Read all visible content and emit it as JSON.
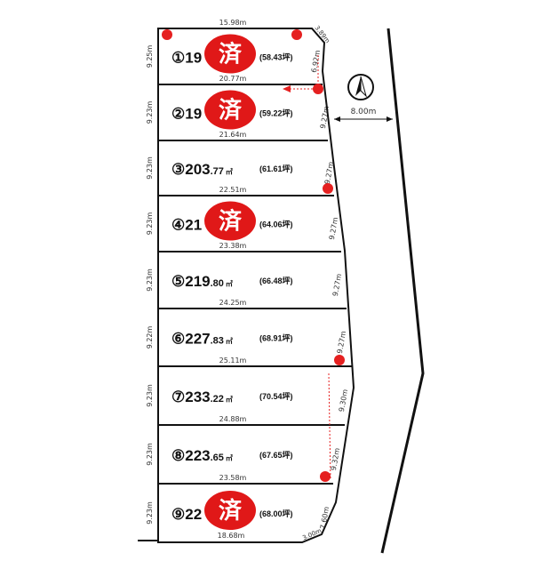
{
  "north_label": "N",
  "road_width": "8.00m",
  "frontages": {
    "top": "15.98m",
    "bottom": "18.68m",
    "corner_top": "3.89m",
    "corner_bottom": "3.00m"
  },
  "lots": [
    {
      "mark": "①",
      "area_int": "19",
      "area_dec": "",
      "unit": "",
      "tsubo": "(58.43坪)",
      "depth": "9.25m",
      "side": "6.92m",
      "base": "20.77m",
      "sold": true
    },
    {
      "mark": "②",
      "area_int": "19",
      "area_dec": "",
      "unit": "",
      "tsubo": "(59.22坪)",
      "depth": "9.23m",
      "side": "9.27m",
      "base": "21.64m",
      "sold": true
    },
    {
      "mark": "③",
      "area_int": "203",
      "area_dec": ".77",
      "unit": "㎡",
      "tsubo": "(61.61坪)",
      "depth": "9.23m",
      "side": "9.27m",
      "base": "22.51m",
      "sold": false
    },
    {
      "mark": "④",
      "area_int": "21",
      "area_dec": "",
      "unit": "",
      "tsubo": "(64.06坪)",
      "depth": "9.23m",
      "side": "9.27m",
      "base": "23.38m",
      "sold": true
    },
    {
      "mark": "⑤",
      "area_int": "219",
      "area_dec": ".80",
      "unit": "㎡",
      "tsubo": "(66.48坪)",
      "depth": "9.23m",
      "side": "9.27m",
      "base": "24.25m",
      "sold": false
    },
    {
      "mark": "⑥",
      "area_int": "227",
      "area_dec": ".83",
      "unit": "㎡",
      "tsubo": "(68.91坪)",
      "depth": "9.22m",
      "side": "9.27m",
      "base": "25.11m",
      "sold": false
    },
    {
      "mark": "⑦",
      "area_int": "233",
      "area_dec": ".22",
      "unit": "㎡",
      "tsubo": "(70.54坪)",
      "depth": "9.23m",
      "side": "9.30m",
      "base": "24.88m",
      "sold": false
    },
    {
      "mark": "⑧",
      "area_int": "223",
      "area_dec": ".65",
      "unit": "㎡",
      "tsubo": "(67.65坪)",
      "depth": "9.23m",
      "side": "9.32m",
      "base": "23.58m",
      "sold": false
    },
    {
      "mark": "⑨",
      "area_int": "22",
      "area_dec": "",
      "unit": "",
      "tsubo": "(68.00坪)",
      "depth": "9.23m",
      "side": "7.60m",
      "base": "",
      "sold": true
    }
  ],
  "sold_label": "済",
  "colors": {
    "line": "#111111",
    "marker": "#e52020",
    "sold_badge": "#e01818"
  }
}
